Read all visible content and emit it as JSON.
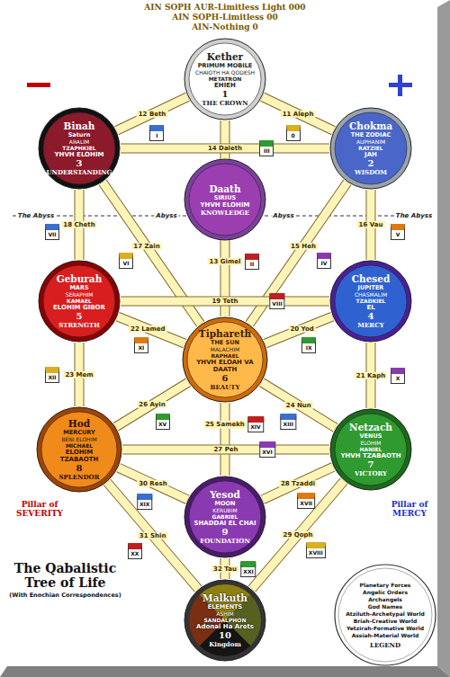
{
  "diagram": {
    "title": "The Qabalistic Tree of Life",
    "caption": "(With Enochian Correspondences)",
    "nodes": [
      {
        "text": [
          "Kether",
          "PRIMUM MOBILE",
          "CHAIOTH HA QODESH",
          "METATRON",
          "EHIEH",
          "1",
          "THE CROWN"
        ]
      },
      {
        "text": [
          "Binah",
          "Saturn",
          "ARALIM",
          "TZAPHKIEL",
          "YHVH ELOHIM",
          "3",
          "UNDERSTANDING"
        ]
      },
      {
        "text": [
          "Chokma",
          "THE ZODIAC",
          "AUPHANIM",
          "RATZIEL",
          "JAH",
          "2",
          "WISDOM"
        ]
      },
      {
        "text": [
          "Daath",
          "SIRIUS",
          "YHVH ELOHIM",
          "KNOWLEDGE"
        ]
      },
      {
        "text": [
          "Geburah",
          "MARS",
          "SERAPHIM",
          "KAMAEL",
          "ELOHIM GIBOR",
          "5",
          "STRENGTH"
        ]
      },
      {
        "text": [
          "Chesed",
          "JUPITER",
          "CHASMALIM",
          "TZADKIEL",
          "EL",
          "4",
          "MERCY"
        ]
      },
      {
        "text": [
          "Tiphareth",
          "THE SUN",
          "MALACHIM",
          "RAPHAEL",
          "YHVH ELOAH VA DAATH",
          "6",
          "BEAUTY"
        ]
      },
      {
        "text": [
          "Hod",
          "MERCURY",
          "BENI ELOHIM",
          "MICHAEL",
          "ELOHIM TZABAOTH",
          "8",
          "SPLENDOR"
        ]
      },
      {
        "text": [
          "Netzach",
          "VENUS",
          "ELOHIM",
          "HANIEL",
          "YHVH TZABAOTH",
          "7",
          "VICTORY"
        ]
      },
      {
        "text": [
          "Yesod",
          "MOON",
          "KERUBIM",
          "GABRIEL",
          "SHADDAI EL CHAI",
          "9",
          "FOUNDATION"
        ]
      },
      {
        "text": [
          "Malkuth",
          "ELEMENTS",
          "ASHIM",
          "SANDALPHON",
          "Adonai Ha Arets",
          "10",
          "Kingdom"
        ]
      }
    ],
    "edges": [
      {
        "from": 0,
        "to": 2,
        "label": "11 Aleph",
        "arrow": "none"
      },
      {
        "from": 0,
        "to": 1,
        "label": "12 Beth",
        "arrow": "none"
      },
      {
        "from": 0,
        "to": 6,
        "label": "13 Gimel",
        "arrow": "none"
      },
      {
        "from": 2,
        "to": 1,
        "label": "14 Daleth",
        "arrow": "none"
      },
      {
        "from": 2,
        "to": 6,
        "label": "15 Heh",
        "arrow": "none"
      },
      {
        "from": 2,
        "to": 5,
        "label": "16 Vau",
        "arrow": "none"
      },
      {
        "from": 1,
        "to": 6,
        "label": "17 Zain",
        "arrow": "none"
      },
      {
        "from": 1,
        "to": 4,
        "label": "18 Cheth",
        "arrow": "none"
      },
      {
        "from": 5,
        "to": 4,
        "label": "19 Teth",
        "arrow": "none"
      },
      {
        "from": 5,
        "to": 6,
        "label": "20 Yod",
        "arrow": "none"
      },
      {
        "from": 5,
        "to": 8,
        "label": "21 Kaph",
        "arrow": "none"
      },
      {
        "from": 4,
        "to": 6,
        "label": "22 Lamed",
        "arrow": "none"
      },
      {
        "from": 4,
        "to": 7,
        "label": "23 Mem",
        "arrow": "none"
      },
      {
        "from": 6,
        "to": 8,
        "label": "24 Nun",
        "arrow": "none"
      },
      {
        "from": 6,
        "to": 9,
        "label": "25 Samekh",
        "arrow": "none"
      },
      {
        "from": 6,
        "to": 7,
        "label": "26 Ayin",
        "arrow": "none"
      },
      {
        "from": 8,
        "to": 7,
        "label": "27 Peh",
        "arrow": "none"
      },
      {
        "from": 8,
        "to": 9,
        "label": "28 Tzaddi",
        "arrow": "none"
      },
      {
        "from": 8,
        "to": 10,
        "label": "29 Qoph",
        "arrow": "none"
      },
      {
        "from": 7,
        "to": 9,
        "label": "30 Resh",
        "arrow": "none"
      },
      {
        "from": 7,
        "to": 10,
        "label": "31 Shin",
        "arrow": "none"
      },
      {
        "from": 9,
        "to": 10,
        "label": "32 Tau",
        "arrow": "none"
      }
    ],
    "labels": [
      "AIN SOPH AUR-Limitless Light 000",
      "AIN SOPH-Limitless 00",
      "AIN-Nothing 0",
      "The Abyss",
      "Abyss",
      "Abyss",
      "The Abyss",
      "Pillar of SEVERITY",
      "Pillar of MERCY",
      "0",
      "I",
      "II",
      "III",
      "IV",
      "V",
      "VI",
      "VII",
      "VIII",
      "IX",
      "X",
      "XI",
      "XII",
      "XIII",
      "XIV",
      "XV",
      "XVI",
      "XVII",
      "XVIII",
      "XIX",
      "XX",
      "XXI",
      "LEGEND"
    ],
    "legend": [
      {
        "text": "Planetary Forces"
      },
      {
        "text": "Angelic Orders"
      },
      {
        "text": "Archangels"
      },
      {
        "text": "God Names"
      },
      {
        "text": "Atziluth-Archetypal World"
      },
      {
        "text": "Briah-Creative World"
      },
      {
        "text": "Yetzirah-Formative World"
      },
      {
        "text": "Assiah-Material World"
      }
    ]
  }
}
